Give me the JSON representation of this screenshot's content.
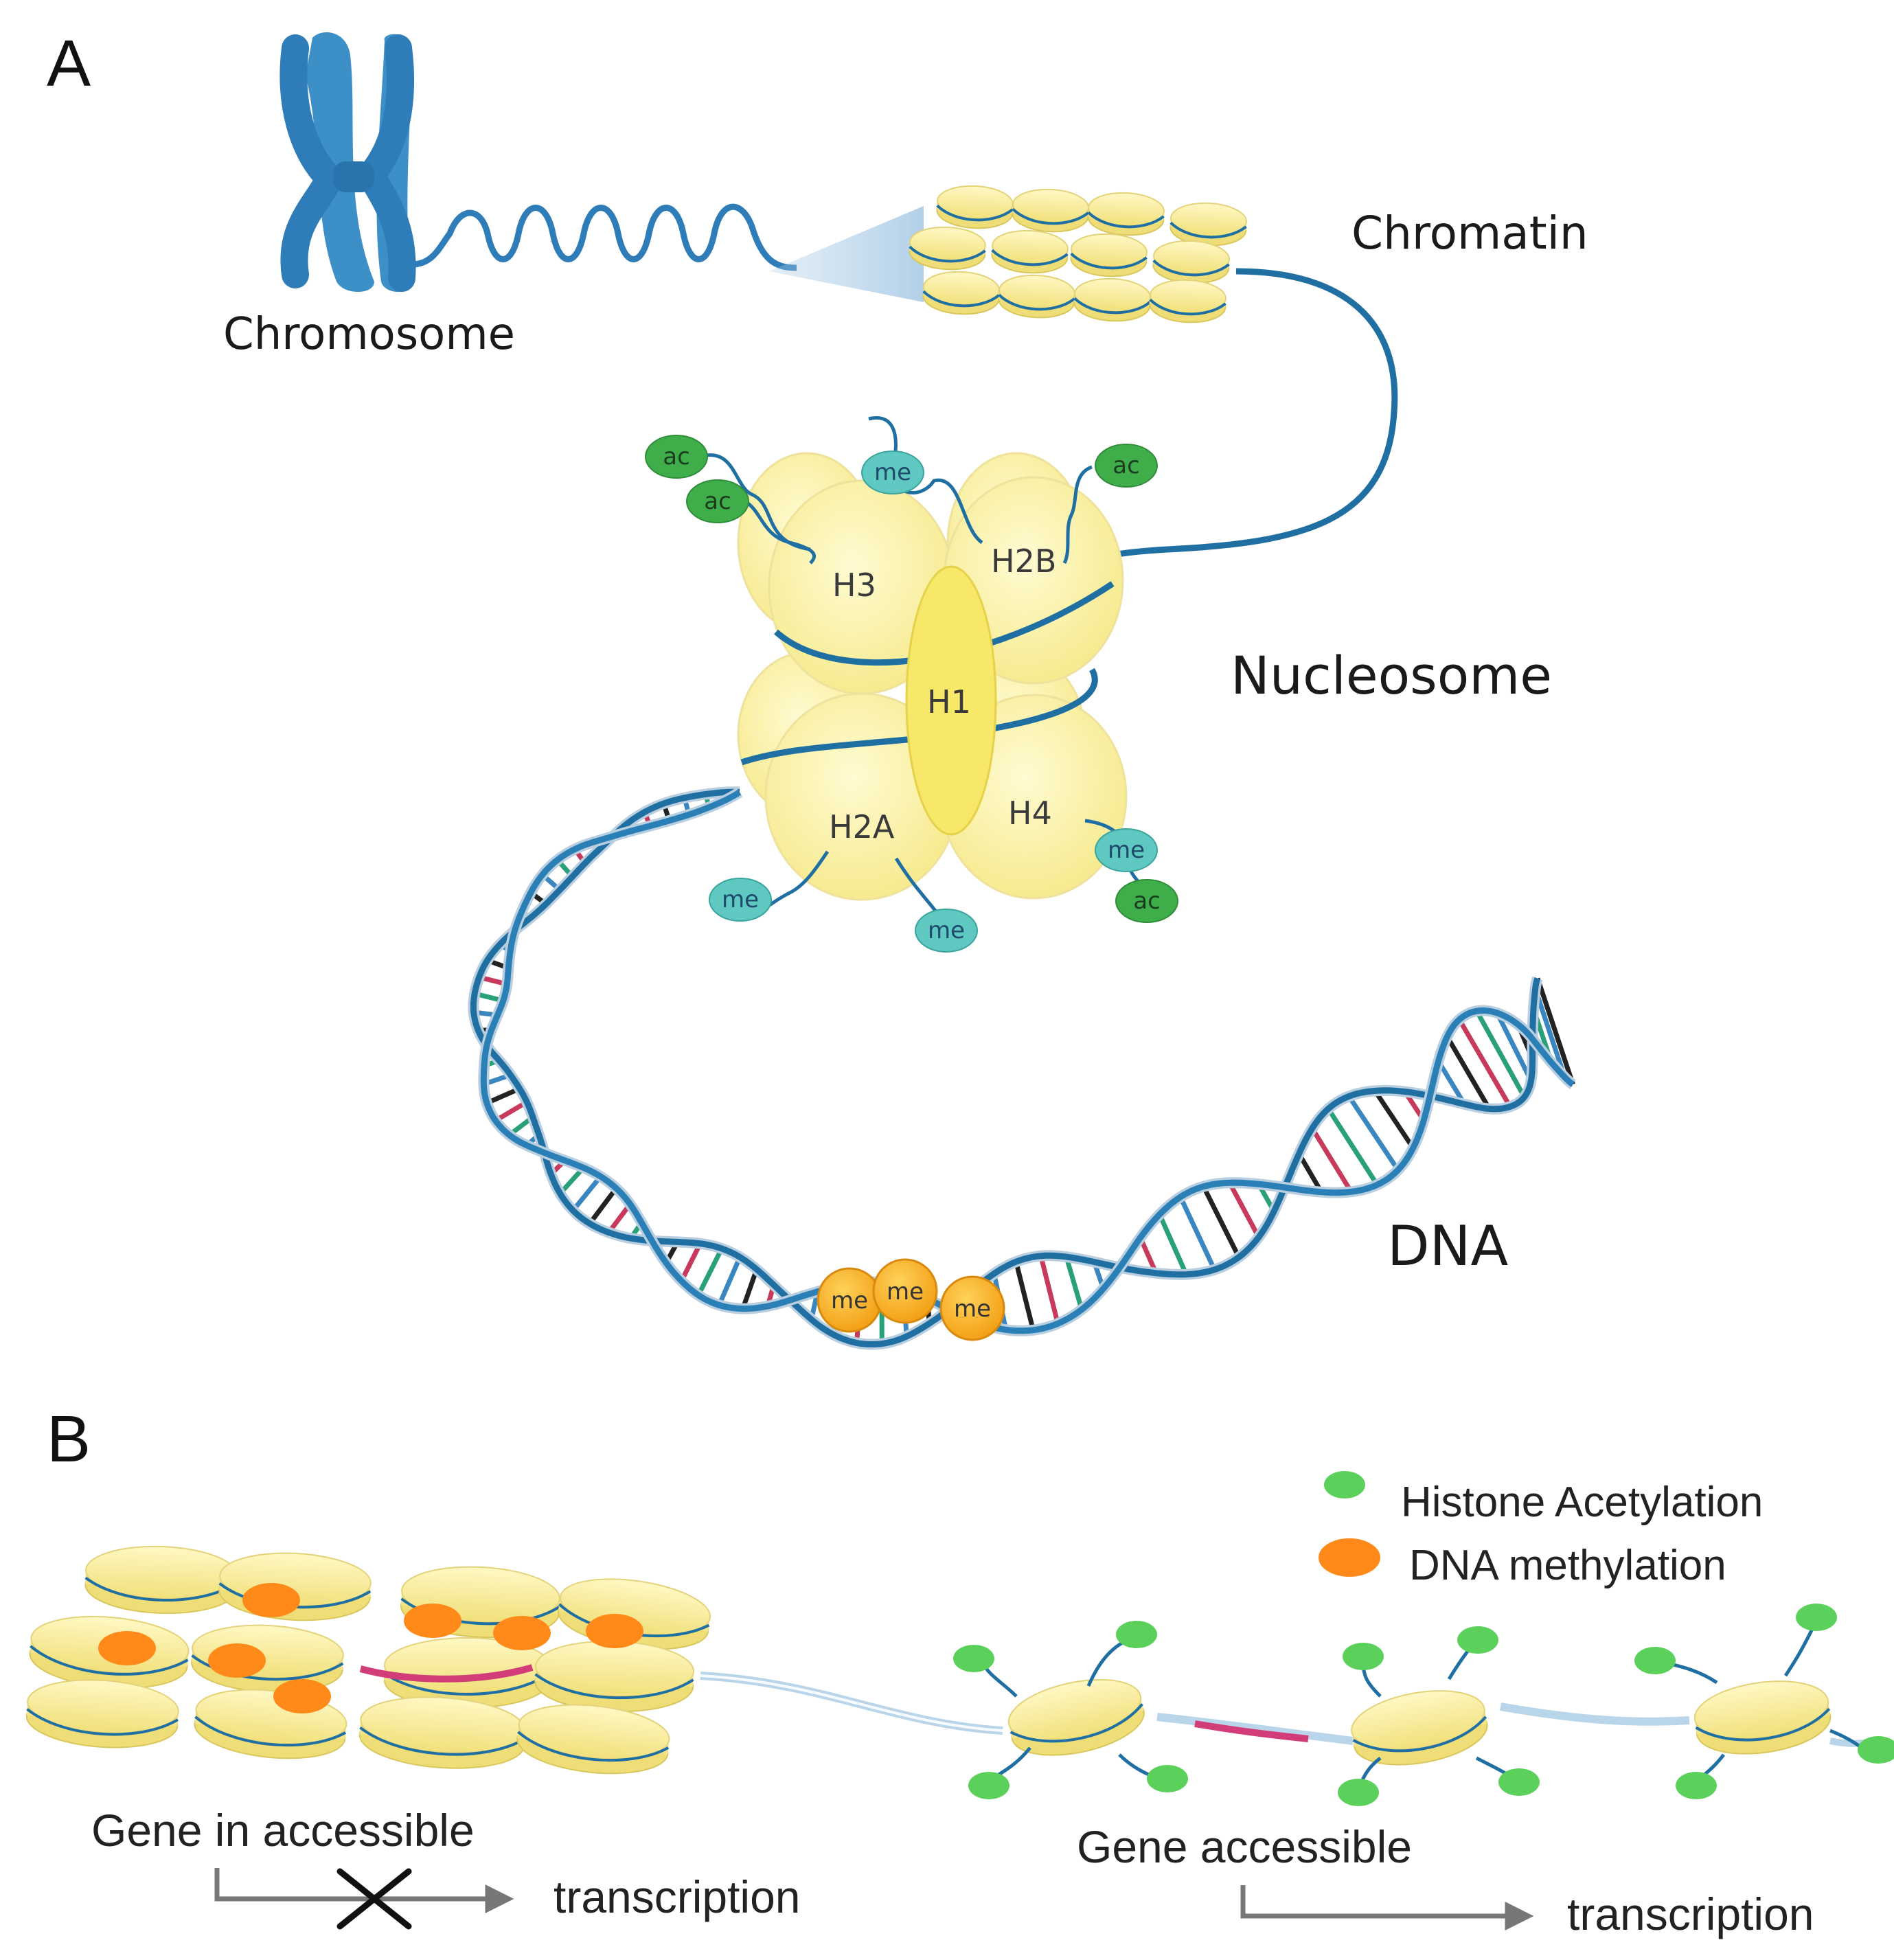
{
  "panels": {
    "a": "A",
    "b": "B"
  },
  "labels": {
    "chromosome": "Chromosome",
    "chromatin": "Chromatin",
    "nucleosome": "Nucleosome",
    "dna": "DNA"
  },
  "histones": {
    "h3": "H3",
    "h2b": "H2B",
    "h1": "H1",
    "h2a": "H2A",
    "h4": "H4"
  },
  "modifications": {
    "acetyl": "ac",
    "methyl": "me"
  },
  "legend": {
    "acetylation": "Histone Acetylation",
    "methylation": "DNA methylation"
  },
  "panel_b": {
    "closed_gene": "Gene in accessible",
    "open_gene": "Gene accessible",
    "transcription": "transcription"
  },
  "colors": {
    "chromosome": "#3d8fc7",
    "strand": "#1f6fa3",
    "histone": "#fbf0a0",
    "histone_edge": "#e0d270",
    "acetyl": "#3fae4a",
    "methyl_histone": "#5fc8c0",
    "methyl_dna": "#f5b21c",
    "legend_green": "#5bd15b",
    "legend_orange": "#ff8a1a",
    "gene_segment": "#d23c78",
    "arrow": "#777777"
  }
}
